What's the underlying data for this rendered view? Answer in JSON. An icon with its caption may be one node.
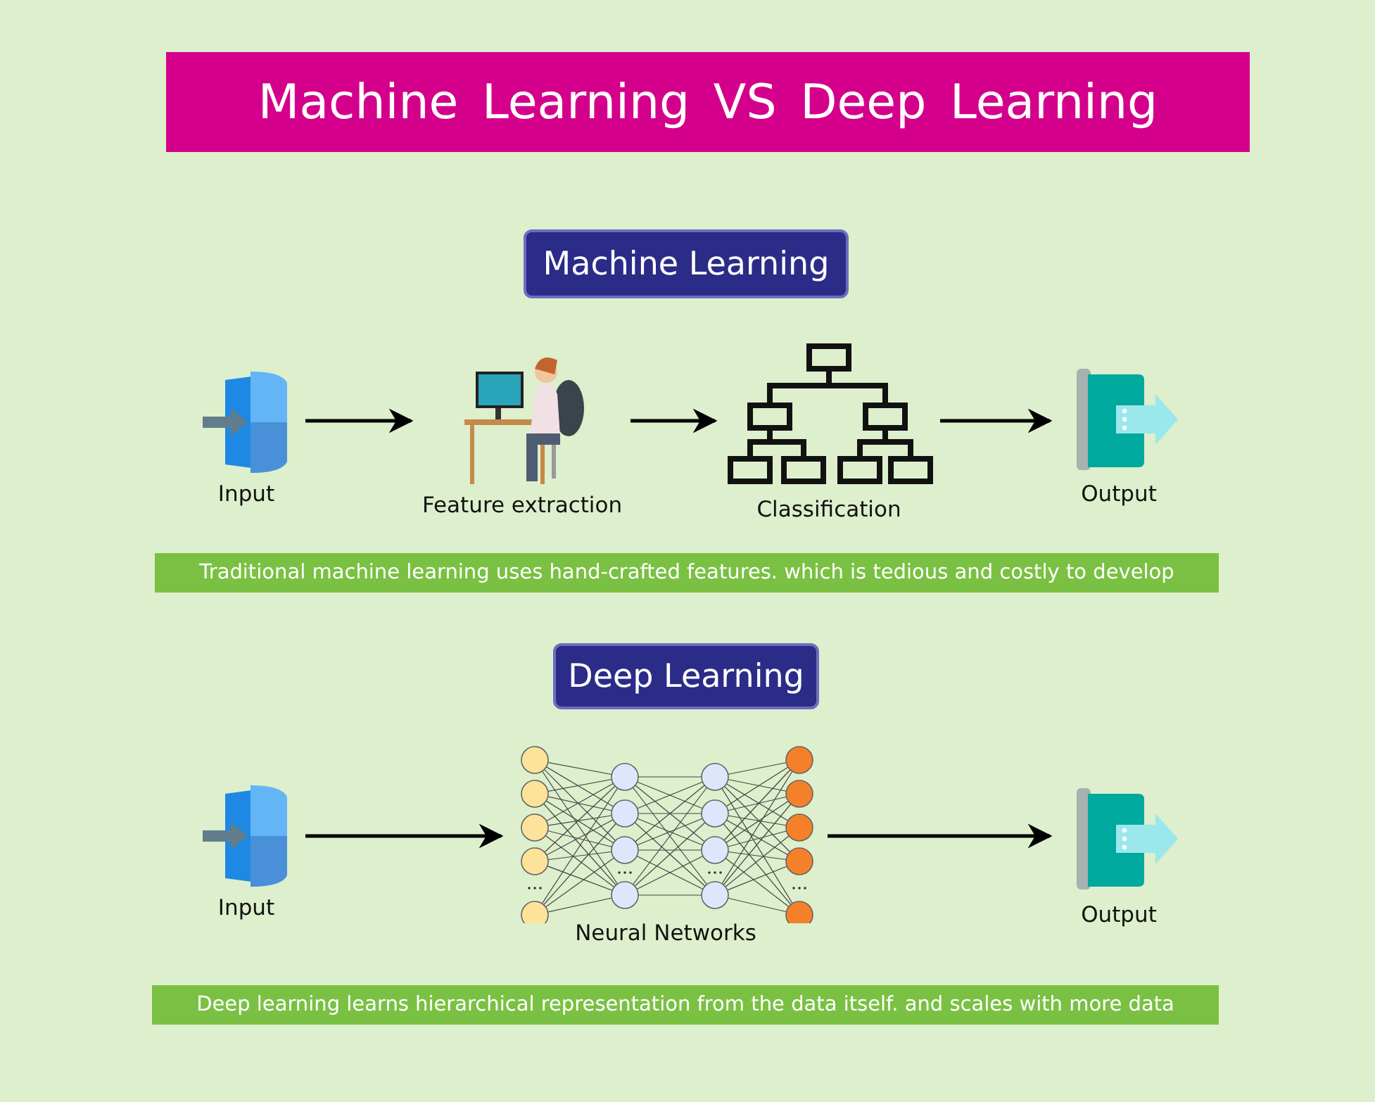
{
  "diagram": {
    "title": "Machine Learning VS Deep Learning",
    "nodes": [
      {
        "text": [
          "Machine Learning"
        ]
      },
      {
        "text": [
          "Input"
        ]
      },
      {
        "text": [
          "Feature extraction"
        ]
      },
      {
        "text": [
          "Classification"
        ]
      },
      {
        "text": [
          "Output"
        ]
      },
      {
        "text": [
          "Traditional machine learning uses hand-crafted features. which is tedious and costly to develop"
        ]
      },
      {
        "text": [
          "Deep Learning"
        ]
      },
      {
        "text": [
          "Input"
        ]
      },
      {
        "text": [
          "Neural Networks"
        ]
      },
      {
        "text": [
          "Output"
        ]
      },
      {
        "text": [
          "Deep learning learns hierarchical representation from the data itself. and scales with more data"
        ]
      }
    ],
    "edges": [
      {
        "from": 1,
        "to": 2,
        "arrow": "to"
      },
      {
        "from": 2,
        "to": 3,
        "arrow": "to"
      },
      {
        "from": 3,
        "to": 4,
        "arrow": "to"
      },
      {
        "from": 7,
        "to": 8,
        "arrow": "to"
      },
      {
        "from": 8,
        "to": 9,
        "arrow": "to"
      }
    ]
  }
}
